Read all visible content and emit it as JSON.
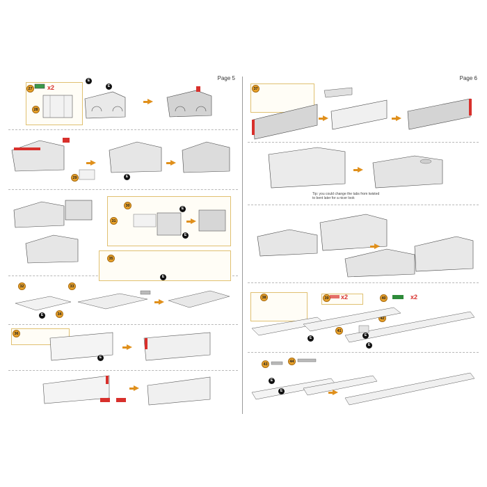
{
  "pages": {
    "left": {
      "label": "Page 5",
      "steps": [
        "27",
        "28",
        "29",
        "30",
        "31",
        "32",
        "33",
        "34",
        "35",
        "36"
      ],
      "multiplier": "x2"
    },
    "right": {
      "label": "Page 6",
      "steps": [
        "37",
        "38",
        "39",
        "40",
        "41",
        "42",
        "43",
        "44"
      ],
      "tip": "Tip: you could change the tabs from twisted to bent later for a nicer look",
      "multipliers": [
        "x2",
        "x2"
      ]
    }
  },
  "tool_tag": "E",
  "colors": {
    "accent": "#e0901c",
    "red": "#d8302c",
    "green": "#2e8b3a",
    "part": "#d9d9d9"
  }
}
